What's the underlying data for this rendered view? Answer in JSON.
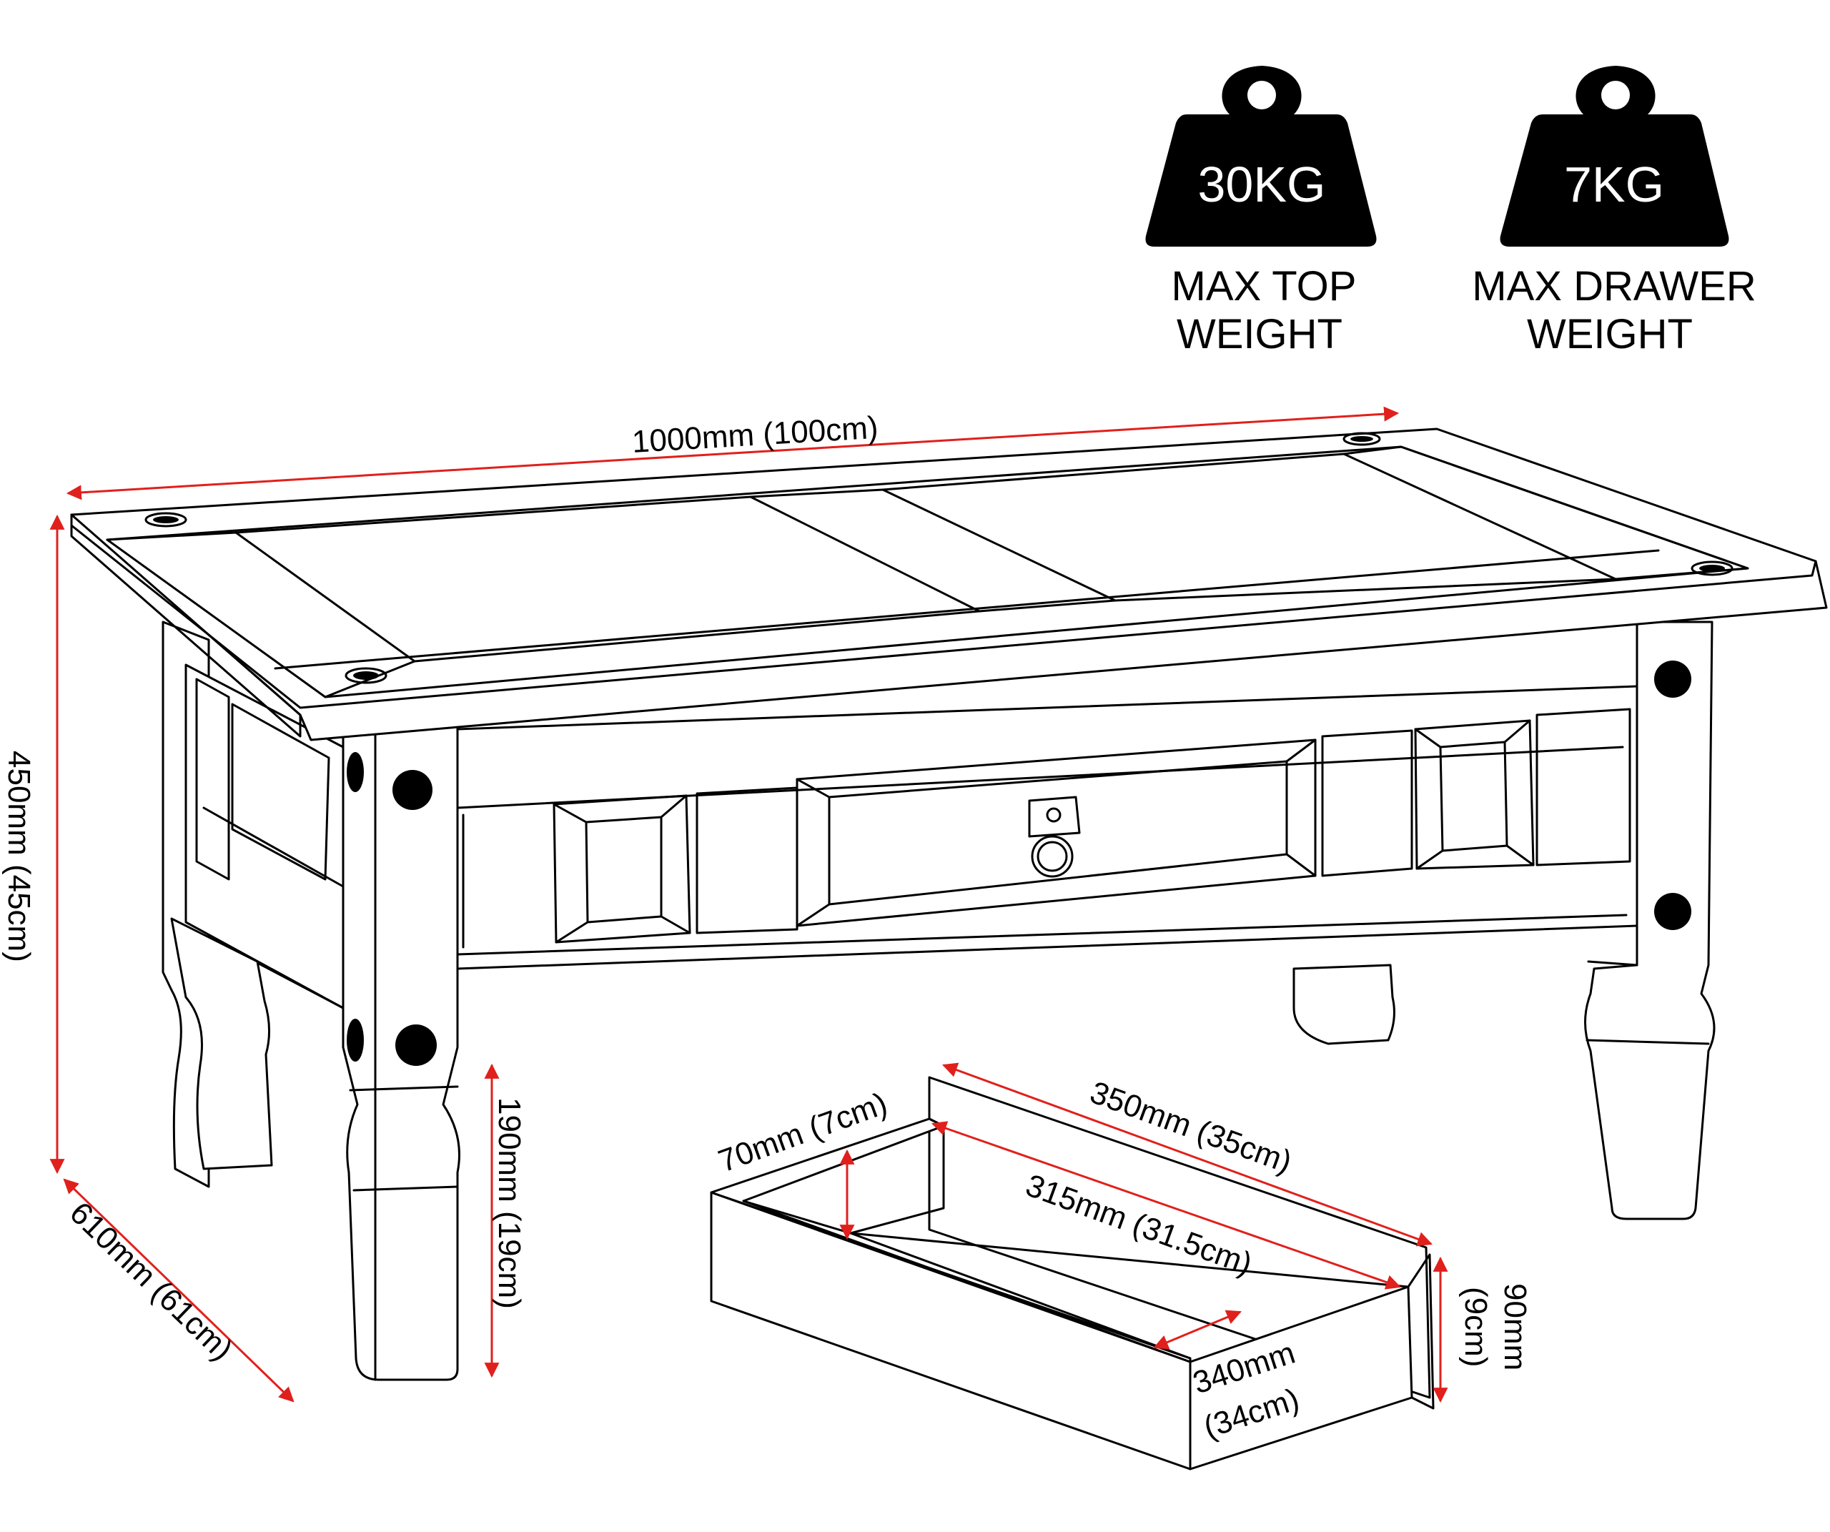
{
  "weights": [
    {
      "value": "30KG",
      "label_line1": "MAX TOP",
      "label_line2": "WEIGHT",
      "icon": "weight-icon"
    },
    {
      "value": "7KG",
      "label_line1": "MAX DRAWER",
      "label_line2": "WEIGHT",
      "icon": "weight-icon"
    }
  ],
  "dimensions": {
    "width": "1000mm (100cm)",
    "height": "450mm (45cm)",
    "depth": "610mm (61cm)",
    "leg_clearance": "190mm (19cm)",
    "drawer_outer_length": "350mm (35cm)",
    "drawer_inner_length": "315mm (31.5cm)",
    "drawer_inner_height": "70mm (7cm)",
    "drawer_front_height_line1": "90mm",
    "drawer_front_height_line2": "(9cm)",
    "drawer_width_line1": "340mm",
    "drawer_width_line2": "(34cm)"
  },
  "colors": {
    "dimension_line": "#e0201c",
    "outline": "#000000",
    "weight_fill": "#000000"
  }
}
